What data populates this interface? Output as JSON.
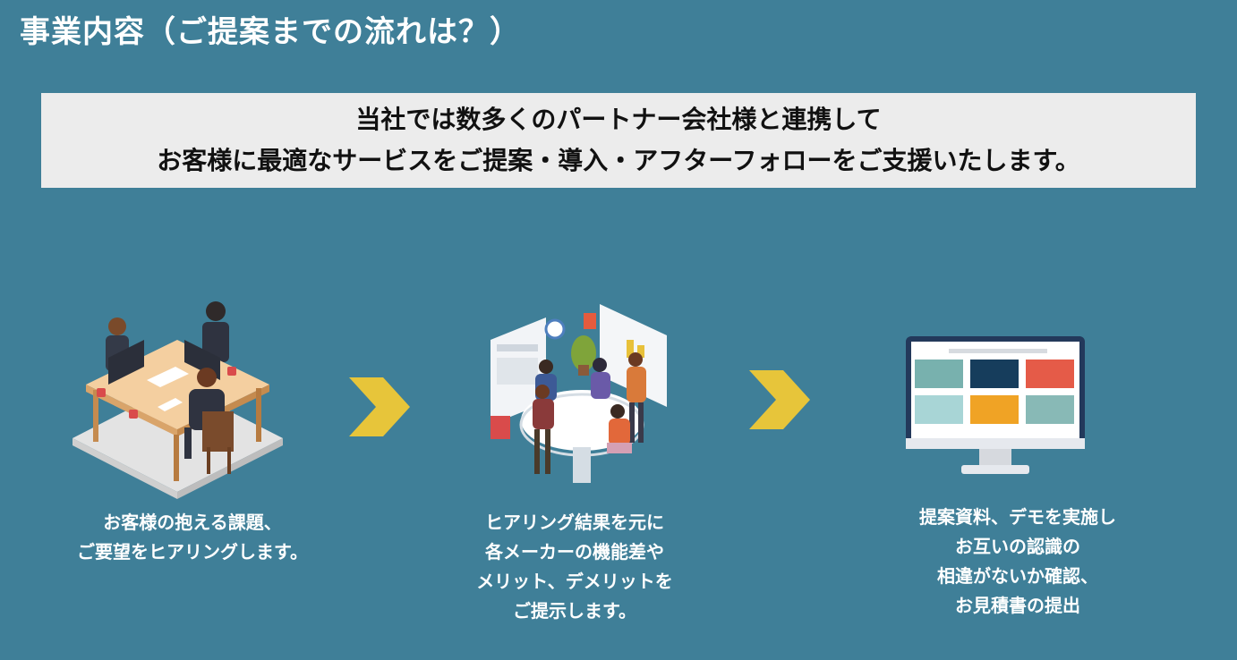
{
  "page": {
    "title": "事業内容（ご提案までの流れは？）"
  },
  "banner": {
    "line1": "当社では数多くのパートナー会社様と連携して",
    "line2": "お客様に最適なサービスをご提案・導入・アフターフォローをご支援いたします。"
  },
  "steps": [
    {
      "illustration": "meeting-table-icon",
      "lines": [
        "お客様の抱える課題、",
        "ご要望をヒアリングします。"
      ]
    },
    {
      "illustration": "team-discussion-icon",
      "lines": [
        "ヒアリング結果を元に",
        "各メーカーの機能差や",
        "メリット、デメリットを",
        "ご提示します。"
      ]
    },
    {
      "illustration": "monitor-dashboard-icon",
      "lines": [
        "提案資料、デモを実施し",
        "お互いの認識の",
        "相違がないか確認、",
        "お見積書の提出"
      ]
    }
  ],
  "arrows": [
    "chevron-right-icon",
    "chevron-right-icon"
  ],
  "colors": {
    "background": "#3f7f98",
    "banner": "#ececec",
    "arrow": "#e7c53a",
    "text_light": "#ffffff",
    "text_dark": "#111111"
  }
}
